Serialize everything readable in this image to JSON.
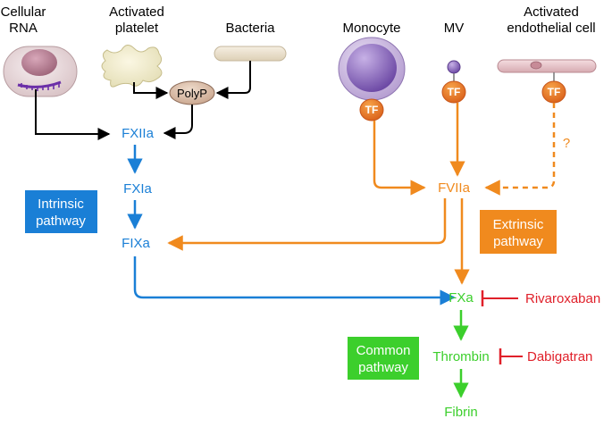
{
  "colors": {
    "intrinsic": "#1a7fd6",
    "extrinsic": "#f08a1e",
    "common": "#3ccf2c",
    "inhibitor": "#e0202a",
    "trigger": "#000000"
  },
  "sources": {
    "cellular_rna_line1": "Cellular",
    "cellular_rna_line2": "RNA",
    "activated_platelet_line1": "Activated",
    "activated_platelet_line2": "platelet",
    "bacteria": "Bacteria",
    "monocyte": "Monocyte",
    "mv": "MV",
    "endothelial_line1": "Activated",
    "endothelial_line2": "endothelial cell",
    "polyp": "PolyP",
    "tf": "TF",
    "question": "?"
  },
  "factors": {
    "fxiia": "FXIIa",
    "fxia": "FXIa",
    "fixa": "FIXa",
    "fviia": "FVIIa",
    "fxa": "FXa",
    "thrombin": "Thrombin",
    "fibrin": "Fibrin"
  },
  "pathways": {
    "intrinsic_line1": "Intrinsic",
    "intrinsic_line2": "pathway",
    "extrinsic_line1": "Extrinsic",
    "extrinsic_line2": "pathway",
    "common_line1": "Common",
    "common_line2": "pathway"
  },
  "inhibitors": {
    "rivaroxaban": "Rivaroxaban",
    "dabigatran": "Dabigatran"
  }
}
